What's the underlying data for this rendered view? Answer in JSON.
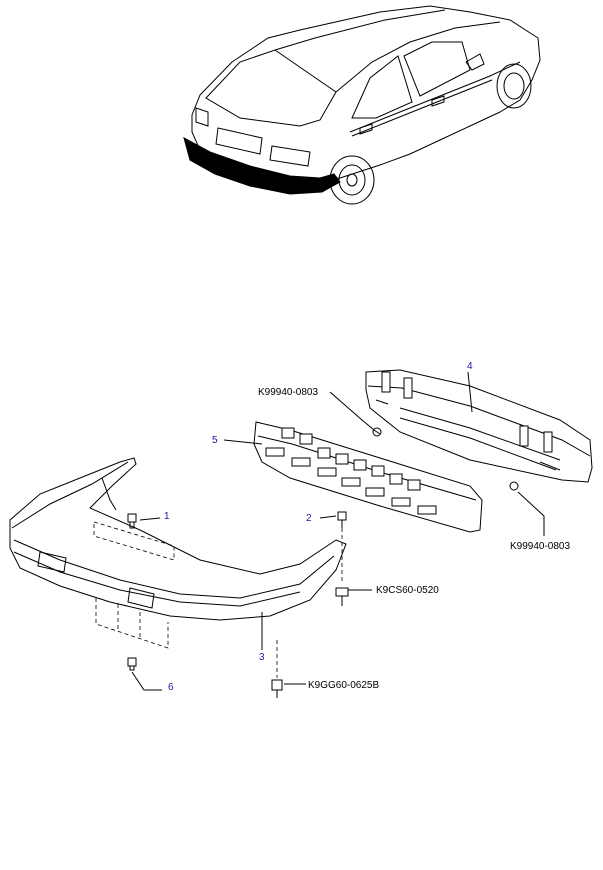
{
  "callouts": {
    "c1": "1",
    "c2": "2",
    "c3": "3",
    "c4": "4",
    "c5": "5",
    "c6": "6"
  },
  "part_numbers": {
    "p_upper": "K99940-0803",
    "p_lower": "K99940-0803",
    "p_screw": "K9CS60-0520",
    "p_bolt": "K9GG60-0625B"
  },
  "colors": {
    "callout": "#1a1aa8",
    "line": "#000000",
    "highlight": "#000000"
  }
}
